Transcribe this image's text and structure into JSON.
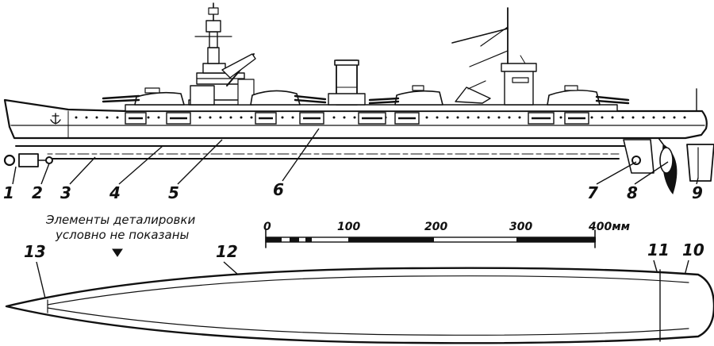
{
  "note": {
    "line1": "Элементы деталировки",
    "line2": "условно не показаны"
  },
  "scale": {
    "ticks": [
      "0",
      "100",
      "200",
      "300",
      "400мм"
    ]
  },
  "callouts": [
    "1",
    "2",
    "3",
    "4",
    "5",
    "6",
    "7",
    "8",
    "9",
    "10",
    "11",
    "12",
    "13"
  ]
}
